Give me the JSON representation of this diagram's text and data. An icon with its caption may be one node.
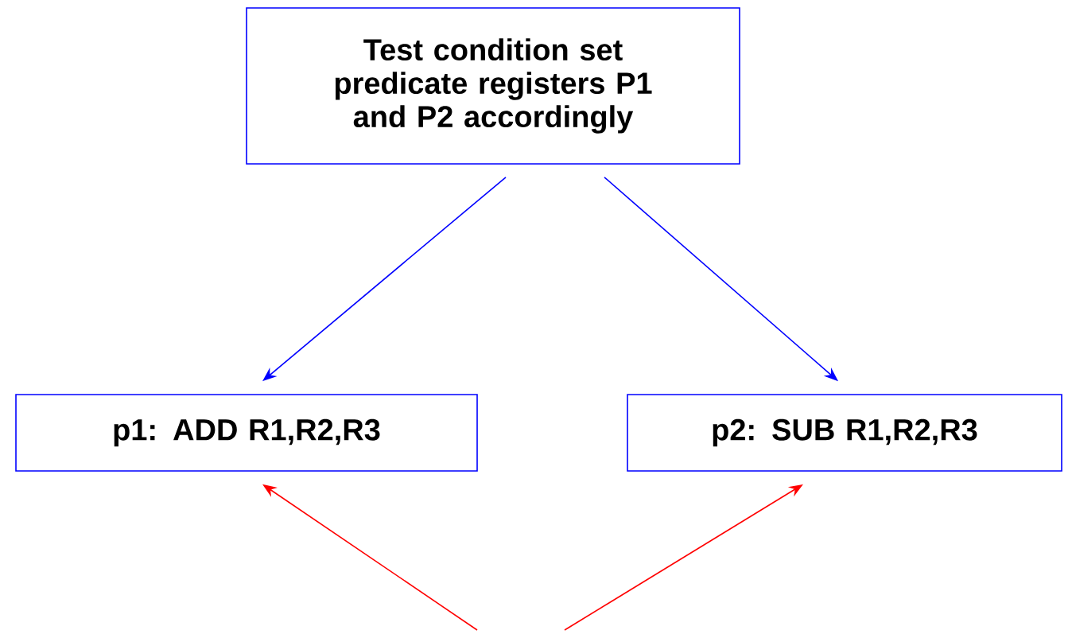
{
  "diagram": {
    "nodes": [
      {
        "text": [
          "Test condition set predicate registers P1 and P2 accordingly"
        ]
      },
      {
        "text": [
          "p1: ADD R1,R2,R3"
        ]
      },
      {
        "text": [
          "p2: SUB R1,R2,R3"
        ]
      }
    ],
    "edges": [
      {
        "from": 0,
        "to": 1,
        "arrow": "to"
      },
      {
        "from": 0,
        "to": 2,
        "arrow": "to"
      },
      {
        "from": null,
        "to": 1,
        "arrow": "to",
        "color": "#ff0000"
      },
      {
        "from": null,
        "to": 2,
        "arrow": "to",
        "color": "#ff0000"
      }
    ]
  }
}
